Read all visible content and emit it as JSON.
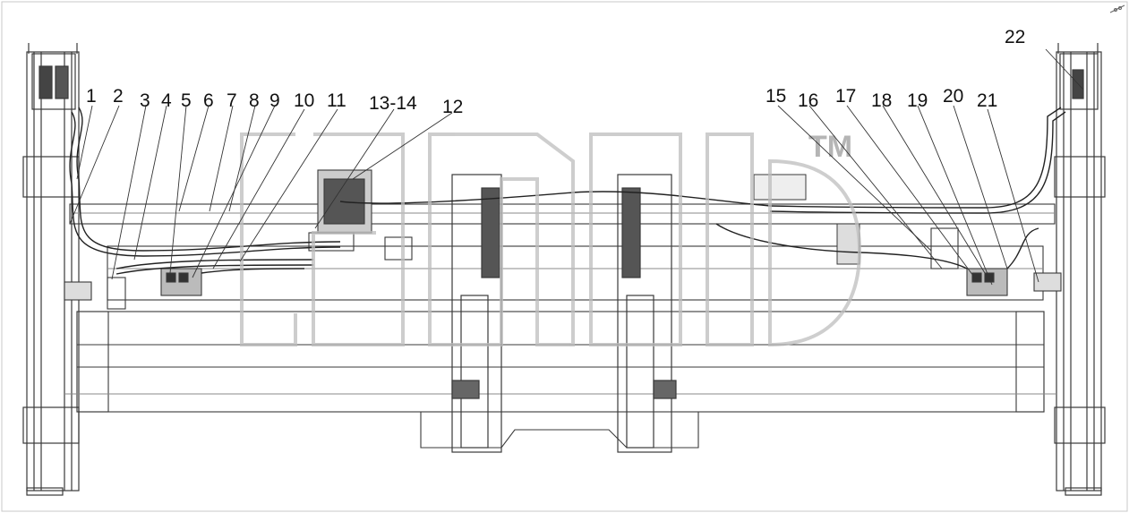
{
  "callouts": {
    "c1": "1",
    "c2": "2",
    "c3": "3",
    "c4": "4",
    "c5": "5",
    "c6": "6",
    "c7": "7",
    "c8": "8",
    "c9": "9",
    "c10": "10",
    "c11": "11",
    "c13_14": "13-14",
    "c12": "12",
    "c15": "15",
    "c16": "16",
    "c17": "17",
    "c18": "18",
    "c19": "19",
    "c20": "20",
    "c21": "21",
    "c22": "22"
  },
  "watermark": {
    "text": "TM",
    "logo": "elcats"
  },
  "colors": {
    "line": "#3a3a3a",
    "light": "#8a8a8a",
    "watermark": "#bdbdbd",
    "bg": "#ffffff"
  }
}
